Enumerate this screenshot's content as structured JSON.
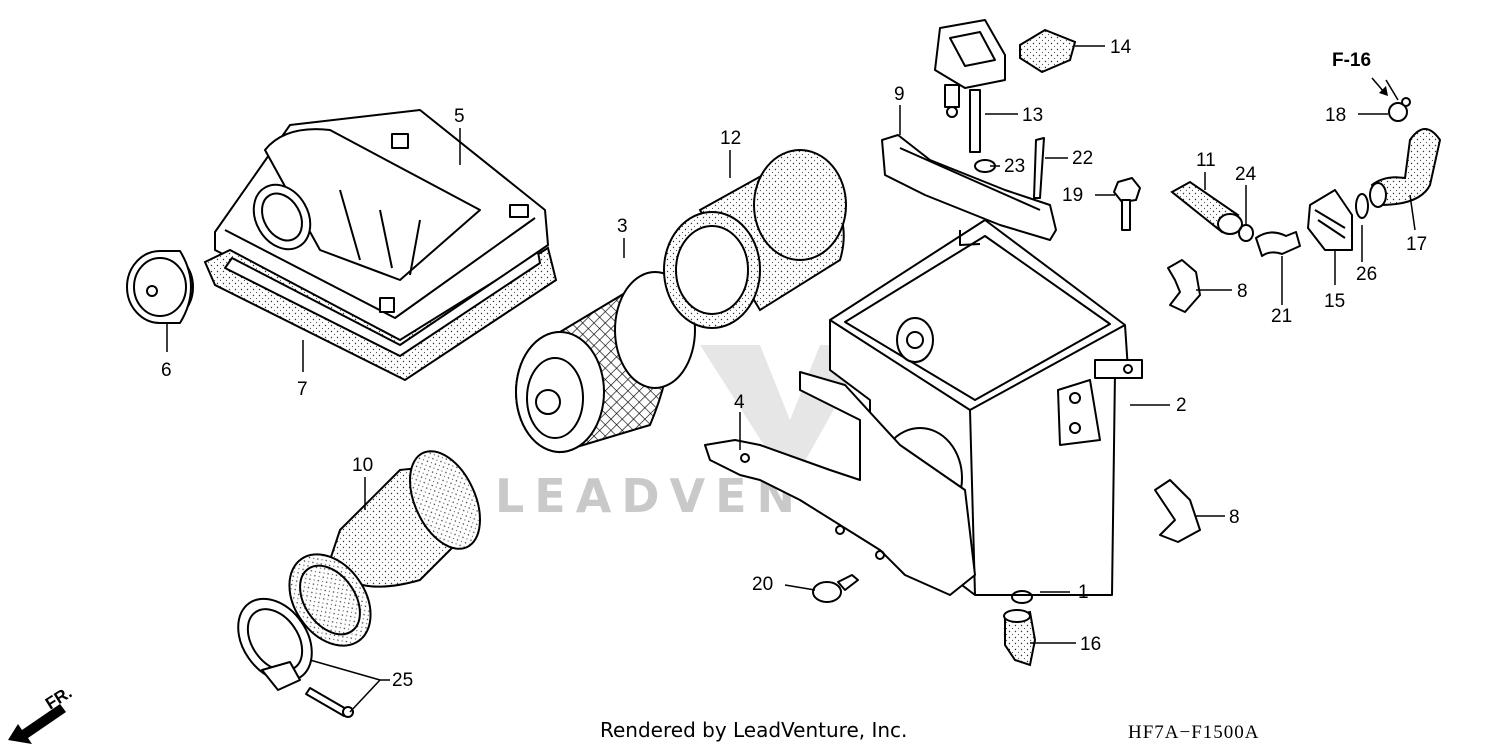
{
  "diagram": {
    "callouts": [
      {
        "id": "c1",
        "label": "1"
      },
      {
        "id": "c2",
        "label": "2"
      },
      {
        "id": "c3",
        "label": "3"
      },
      {
        "id": "c4",
        "label": "4"
      },
      {
        "id": "c5",
        "label": "5"
      },
      {
        "id": "c6",
        "label": "6"
      },
      {
        "id": "c7",
        "label": "7"
      },
      {
        "id": "c8a",
        "label": "8"
      },
      {
        "id": "c8b",
        "label": "8"
      },
      {
        "id": "c9",
        "label": "9"
      },
      {
        "id": "c10",
        "label": "10"
      },
      {
        "id": "c11",
        "label": "11"
      },
      {
        "id": "c12",
        "label": "12"
      },
      {
        "id": "c13",
        "label": "13"
      },
      {
        "id": "c14",
        "label": "14"
      },
      {
        "id": "c15",
        "label": "15"
      },
      {
        "id": "c16",
        "label": "16"
      },
      {
        "id": "c17",
        "label": "17"
      },
      {
        "id": "c18",
        "label": "18"
      },
      {
        "id": "c19",
        "label": "19"
      },
      {
        "id": "c20",
        "label": "20"
      },
      {
        "id": "c21",
        "label": "21"
      },
      {
        "id": "c22",
        "label": "22"
      },
      {
        "id": "c23",
        "label": "23"
      },
      {
        "id": "c24",
        "label": "24"
      },
      {
        "id": "c25",
        "label": "25"
      },
      {
        "id": "c26",
        "label": "26"
      }
    ],
    "reference_label": "F-16",
    "front_label": "FR.",
    "watermark": "LEADVENTURE",
    "footer_text": "Rendered by LeadVenture, Inc.",
    "diagram_code": "HF7A−F1500A"
  }
}
